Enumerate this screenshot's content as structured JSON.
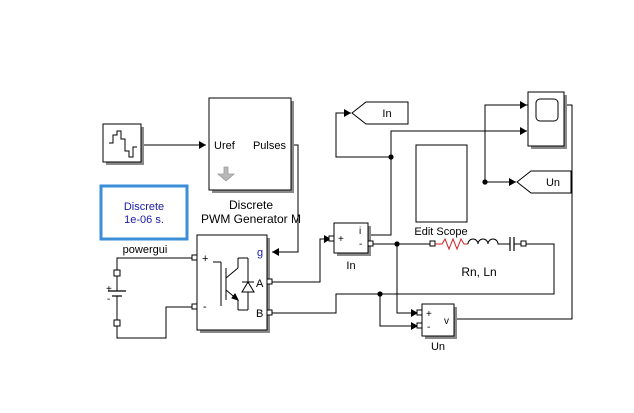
{
  "blocks": {
    "signal_source": {
      "name": ""
    },
    "pwm_generator": {
      "port_in": "Uref",
      "port_out": "Pulses",
      "name_line1": "Discrete",
      "name_line2": "PWM Generator M"
    },
    "powergui": {
      "line1": "Discrete",
      "line2": "1e-06 s.",
      "name": "powergui"
    },
    "igbt": {
      "port_plus": "+",
      "port_minus": "-",
      "port_g": "g",
      "port_a": "A",
      "port_b": "B"
    },
    "current_meas": {
      "port_plus": "+",
      "port_minus": "-",
      "port_out": "i",
      "name": "In"
    },
    "goto_in": {
      "tag": "In"
    },
    "goto_un": {
      "tag": "Un"
    },
    "edit_scope": {
      "name": "Edit Scope"
    },
    "rlc_branch": {
      "name": "Rn,  Ln"
    },
    "voltage_meas": {
      "port_plus": "+",
      "port_minus": "-",
      "port_out": "v",
      "name": "Un"
    },
    "dc_source": {
      "plus": "+",
      "minus": "-"
    }
  },
  "colors": {
    "accent_blue": "#1a1aa8",
    "selection": "#3a8fd8"
  }
}
